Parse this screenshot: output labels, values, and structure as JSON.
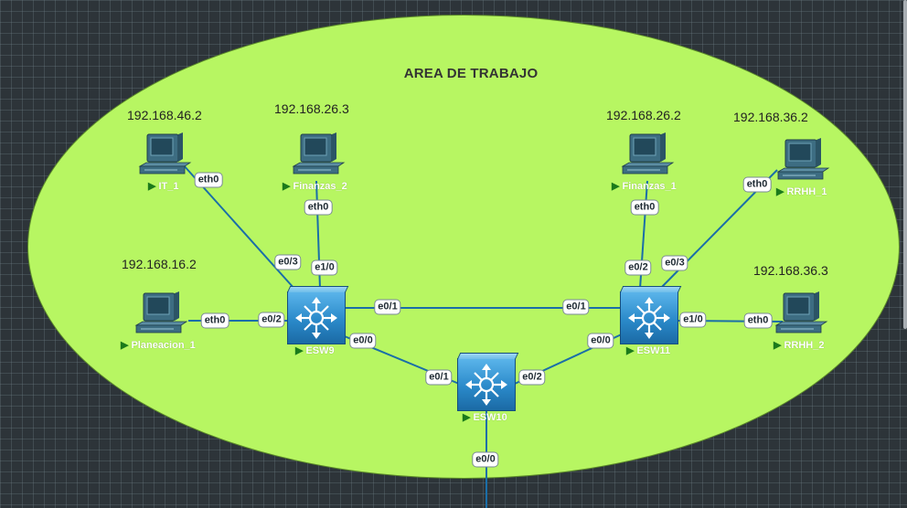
{
  "area": {
    "title": "AREA DE TRABAJO",
    "fill": "#b7f662"
  },
  "colors": {
    "link": "#1a6ea8",
    "background": "#2d3439"
  },
  "ips": {
    "it1": "192.168.46.2",
    "fin2": "192.168.26.3",
    "plan1": "192.168.16.2",
    "fin1": "192.168.26.2",
    "rrhh1": "192.168.36.2",
    "rrhh2": "192.168.36.3"
  },
  "nodes": {
    "it1": "IT_1",
    "fin2": "Finanzas_2",
    "plan1": "Planeacion_1",
    "fin1": "Finanzas_1",
    "rrhh1": "RRHH_1",
    "rrhh2": "RRHH_2",
    "esw9": "ESW9",
    "esw10": "ESW10",
    "esw11": "ESW11"
  },
  "icons": {
    "pc": "desktop-pc-icon",
    "switch": "multilayer-switch-icon",
    "run": "play-icon"
  },
  "ports": {
    "it1_eth0": "eth0",
    "esw9_e03": "e0/3",
    "fin2_eth0": "eth0",
    "esw9_e10": "e1/0",
    "plan1_eth0": "eth0",
    "esw9_e02": "e0/2",
    "esw9_e01": "e0/1",
    "esw11_e01": "e0/1",
    "esw9_e00": "e0/0",
    "esw10_e01": "e0/1",
    "esw10_e02": "e0/2",
    "esw11_e00": "e0/0",
    "esw10_e00": "e0/0",
    "fin1_eth0": "eth0",
    "esw11_e02": "e0/2",
    "esw11_e03": "e0/3",
    "rrhh1_eth0": "eth0",
    "esw11_e10": "e1/0",
    "rrhh2_eth0": "eth0"
  }
}
